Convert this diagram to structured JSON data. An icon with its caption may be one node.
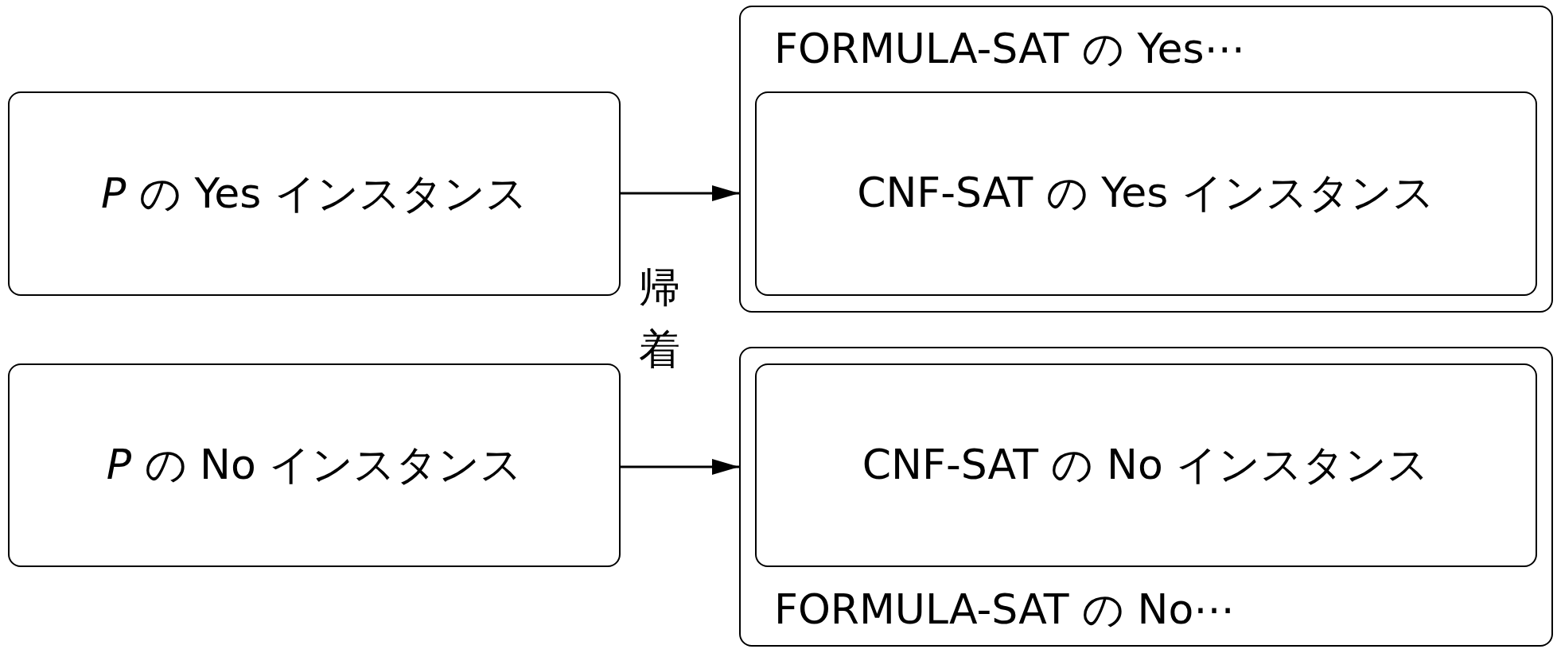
{
  "diagram": {
    "nodes": [
      {
        "text": [
          "*P* の Yes インスタンス"
        ]
      },
      {
        "text": [
          "FORMULA-SAT の Yes⋯"
        ]
      },
      {
        "text": [
          "CNF-SAT の Yes インスタンス"
        ],
        "in": 1
      },
      {
        "text": [
          "*P* の No インスタンス"
        ]
      },
      {
        "text": [
          "FORMULA-SAT の No⋯"
        ]
      },
      {
        "text": [
          "CNF-SAT の No インスタンス"
        ],
        "in": 4
      }
    ],
    "edges": [
      {
        "from": 0,
        "to": 1,
        "arrow": "to"
      },
      {
        "from": 3,
        "to": 4,
        "arrow": "to"
      }
    ],
    "labels": [
      "帰着"
    ]
  }
}
